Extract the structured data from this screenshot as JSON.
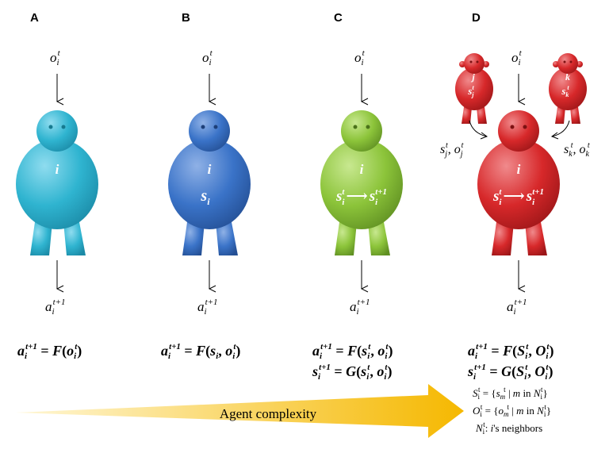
{
  "panels": [
    {
      "letter": "A",
      "color": "#2fb4d0",
      "dark": "#1b8aa6",
      "light": "#8fdcef"
    },
    {
      "letter": "B",
      "color": "#3a73c8",
      "dark": "#244f94",
      "light": "#8fb1e6"
    },
    {
      "letter": "C",
      "color": "#8cc43a",
      "dark": "#5f8f22",
      "light": "#c8e890"
    },
    {
      "letter": "D",
      "color": "#d7282a",
      "dark": "#9b1618",
      "light": "#f08a8c"
    }
  ],
  "labels": {
    "observation": "o",
    "obs_sub": "i",
    "obs_sup": "t",
    "action": "a",
    "act_sub": "i",
    "act_sup": "t+1",
    "agent": "i",
    "state_B": "s",
    "state_B_sub": "i",
    "transition": "s",
    "trans_sub": "i",
    "trans_sup_left": "t",
    "trans_arrow": "⟶",
    "trans_sup_right": "t+1"
  },
  "neighbors": {
    "j_label": "j",
    "j_state": "s",
    "j_sub": "j",
    "j_sup": "t",
    "k_label": "k",
    "k_state": "s",
    "k_sub": "k",
    "k_sup": "t",
    "left_input": "s",
    "left_input_sub": "j",
    "left_input_sup": "t",
    "left_input_o": "o",
    "left_input_o_sub": "j",
    "left_input_o_sup": "t",
    "right_input": "s",
    "right_input_sub": "k",
    "right_input_sup": "t",
    "right_input_o": "o",
    "right_input_o_sub": "k",
    "right_input_o_sup": "t"
  },
  "equations": {
    "A1": "a",
    "F": "F",
    "G": "G"
  },
  "definitions": {
    "line1": "S_i^t = {s_m^t | m in N_i^t}",
    "line2": "O_i^t = {o_m^t | m in N_i^t}",
    "line3": "N_i^t: i's neighbors",
    "S": "S",
    "O": "O",
    "N": "N",
    "s": "s",
    "o": "o",
    "m": "m",
    "in": "in",
    "neighbors": "'s neighbors"
  },
  "arrow_label": "Agent complexity",
  "arrow_colors": {
    "tail": "#fff7d6",
    "head": "#f5b800"
  }
}
